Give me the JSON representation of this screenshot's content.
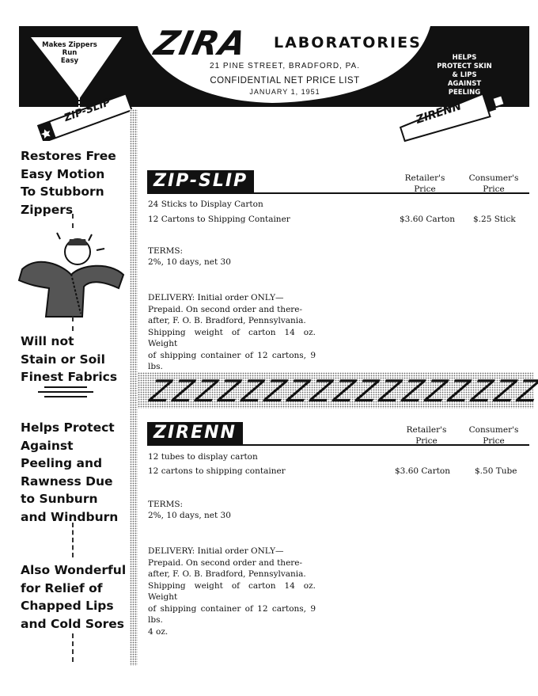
{
  "header": {
    "brand": "ZIRA",
    "brand_suffix": "LABORATORIES",
    "address": "21 PINE STREET, BRADFORD, PA.",
    "list_title": "CONFIDENTIAL NET PRICE LIST",
    "date": "JANUARY 1, 1951",
    "left_badge": [
      "Makes Zippers",
      "Run",
      "Easy"
    ],
    "right_badge": [
      "HELPS",
      "PROTECT SKIN",
      "& LIPS AGAINST",
      "PEELING"
    ],
    "left_tube": "ZIP-SLIP",
    "right_tube": "ZIRENN"
  },
  "left_column": {
    "claim1": [
      "Restores Free",
      "Easy Motion",
      "To Stubborn",
      "Zippers"
    ],
    "claim2": [
      "Will not",
      "Stain or Soil",
      "Finest Fabrics"
    ],
    "claim3": [
      "Helps Protect",
      "Against",
      "Peeling and",
      "Rawness Due",
      "to Sunburn",
      "and Windburn"
    ],
    "claim4": [
      "Also Wonderful",
      "for Relief of",
      "Chapped Lips",
      "and Cold Sores"
    ]
  },
  "products": [
    {
      "name": "ZIP-SLIP",
      "retailer_header": [
        "Retailer's",
        "Price"
      ],
      "consumer_header": [
        "Consumer's",
        "Price"
      ],
      "line1": "24 Sticks to Display Carton",
      "line2": "12 Cartons to Shipping Container",
      "retailer_price": "$3.60 Carton",
      "consumer_price": "$.25 Stick",
      "terms_label": "TERMS:",
      "terms": "2%, 10 days, net 30",
      "delivery": [
        "DELIVERY: Initial order ONLY—",
        "Prepaid. On second order and there-",
        "after, F. O. B. Bradford, Pennsylvania.",
        "Shipping weight of carton 14 oz. Weight",
        "of shipping container of 12 cartons, 9 lbs."
      ]
    },
    {
      "name": "ZIRENN",
      "retailer_header": [
        "Retailer's",
        "Price"
      ],
      "consumer_header": [
        "Consumer's",
        "Price"
      ],
      "line1": "12 tubes to display carton",
      "line2": "12 cartons to shipping container",
      "retailer_price": "$3.60 Carton",
      "consumer_price": "$.50 Tube",
      "terms_label": "TERMS:",
      "terms": "2%, 10 days, net 30",
      "delivery": [
        "DELIVERY: Initial order ONLY—",
        "Prepaid. On second order and there-",
        "after, F. O. B. Bradford, Pennsylvania.",
        "Shipping weight of carton 14 oz. Weight",
        "of shipping container of 12 cartons, 9 lbs.",
        "4 oz."
      ]
    }
  ],
  "divider_text": "ZZZZZZZZZZZZZZZZZZZ"
}
